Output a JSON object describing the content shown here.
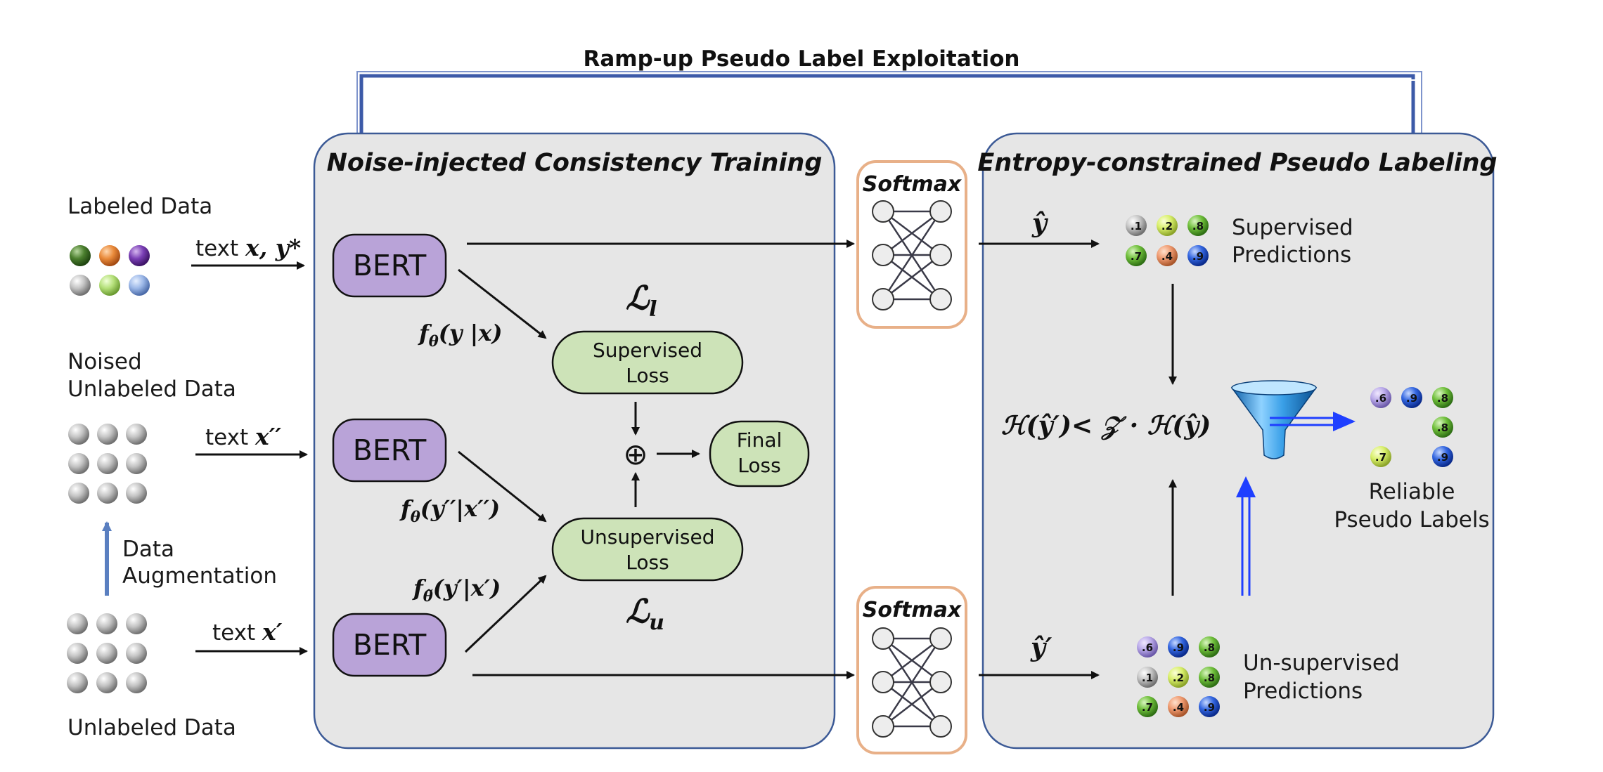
{
  "top_label": "Ramp-up Pseudo Label Exploitation",
  "panels": {
    "left_title": "Noise-injected Consistency Training",
    "right_title": "Entropy-constrained Pseudo Labeling"
  },
  "inputs": {
    "labeled": "Labeled Data",
    "noised_line1": "Noised",
    "noised_line2": "Unlabeled Data",
    "unlabeled": "Unlabeled Data",
    "augment_line1": "Data",
    "augment_line2": "Augmentation"
  },
  "arrow_texts": {
    "text_word": "text",
    "labeled_var": "x, y*",
    "noised_var": "x′′",
    "unlabeled_var": "x′"
  },
  "bert_label": "BERT",
  "losses": {
    "supervised_1": "Supervised",
    "supervised_2": "Loss",
    "unsupervised_1": "Unsupervised",
    "unsupervised_2": "Loss",
    "final_1": "Final",
    "final_2": "Loss",
    "oplus": "⊕"
  },
  "math": {
    "L_l": "ℒ",
    "L_l_sub": "l",
    "L_u": "ℒ",
    "L_u_sub": "u",
    "f1": "f",
    "f1_sub": "θ",
    "f1_args": "(y |x)",
    "f2": "f",
    "f2_sub": "θ",
    "f2_args": "(y′′|x′′)",
    "f3": "f",
    "f3_sub": "θ̃",
    "f3_args": "(y′|x′)",
    "yhat": "ŷ",
    "yhat_prime": "ŷ′",
    "constraint": "ℋ(ŷ′)< 𝒵 · ℋ(ŷ)"
  },
  "softmax_label": "Softmax",
  "predictions": {
    "supervised_1": "Supervised",
    "supervised_2": "Predictions",
    "unsupervised_1": "Un-supervised",
    "unsupervised_2": "Predictions",
    "reliable_1": "Reliable",
    "reliable_2": "Pseudo Labels",
    "supervised_values": [
      ".1",
      ".2",
      ".8",
      ".7",
      ".4",
      ".9"
    ],
    "unsupervised_values": [
      ".6",
      ".9",
      ".8",
      ".1",
      ".2",
      ".8",
      ".7",
      ".4",
      ".9"
    ],
    "reliable_values": [
      ".6",
      ".9",
      ".8",
      ".8",
      ".7",
      ".9"
    ]
  },
  "colors": {
    "panel_fill": "#e6e6e6",
    "panel_stroke": "#3c5a96",
    "bert_fill": "#b9a3d8",
    "loss_fill": "#cde3b8",
    "softmax_stroke": "#e8b088",
    "blue_arrow": "#1f3fff",
    "ramp_line": "#4a6db0"
  }
}
